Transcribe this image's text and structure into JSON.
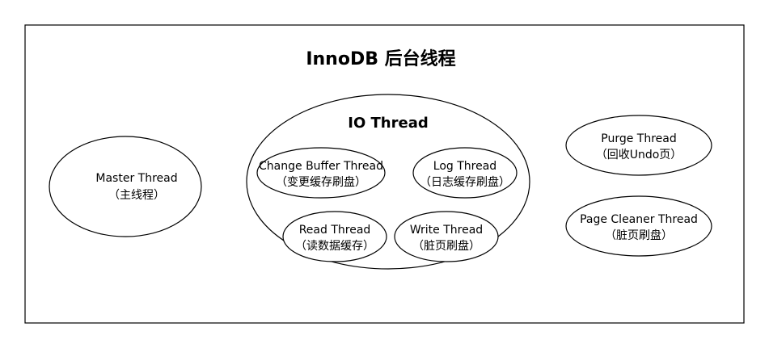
{
  "title": "InnoDB 后台线程",
  "io_group": {
    "title": "IO Thread"
  },
  "nodes": {
    "master": {
      "name": "Master Thread",
      "desc": "（主线程）"
    },
    "change_buffer": {
      "name": "Change Buffer Thread",
      "desc": "（变更缓存刷盘）"
    },
    "log": {
      "name": "Log Thread",
      "desc": "（日志缓存刷盘）"
    },
    "read": {
      "name": "Read Thread",
      "desc": "（读数据缓存）"
    },
    "write": {
      "name": "Write Thread",
      "desc": "（脏页刷盘）"
    },
    "purge": {
      "name": "Purge Thread",
      "desc": "（回收Undo页）"
    },
    "page_cleaner": {
      "name": "Page Cleaner Thread",
      "desc": "（脏页刷盘）"
    }
  },
  "colors": {
    "stroke": "#000000",
    "fill": "#ffffff",
    "text": "#000000"
  }
}
